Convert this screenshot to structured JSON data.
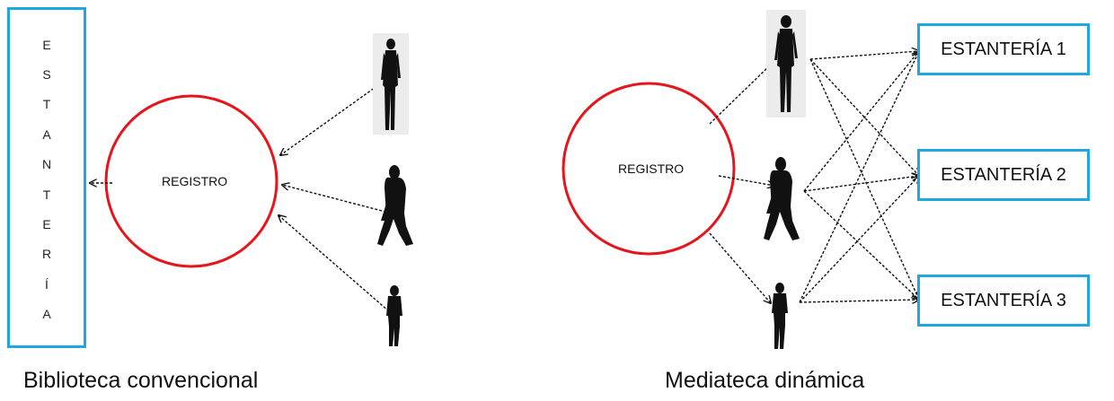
{
  "left_panel": {
    "shelf_letters": [
      "E",
      "S",
      "T",
      "A",
      "N",
      "T",
      "E",
      "R",
      "Í",
      "A"
    ],
    "circle_label": "REGISTRO",
    "caption": "Biblioteca convencional"
  },
  "right_panel": {
    "circle_label": "REGISTRO",
    "shelves": [
      "ESTANTERÍA 1",
      "ESTANTERÍA 2",
      "ESTANTERÍA 3"
    ],
    "caption": "Mediateca dinámica"
  },
  "colors": {
    "circle": "#e8141c",
    "box_border": "#1ea7e0",
    "arrows": "#111111"
  },
  "icons": [
    "standing-man-icon",
    "walking-woman-icon",
    "child-icon"
  ]
}
